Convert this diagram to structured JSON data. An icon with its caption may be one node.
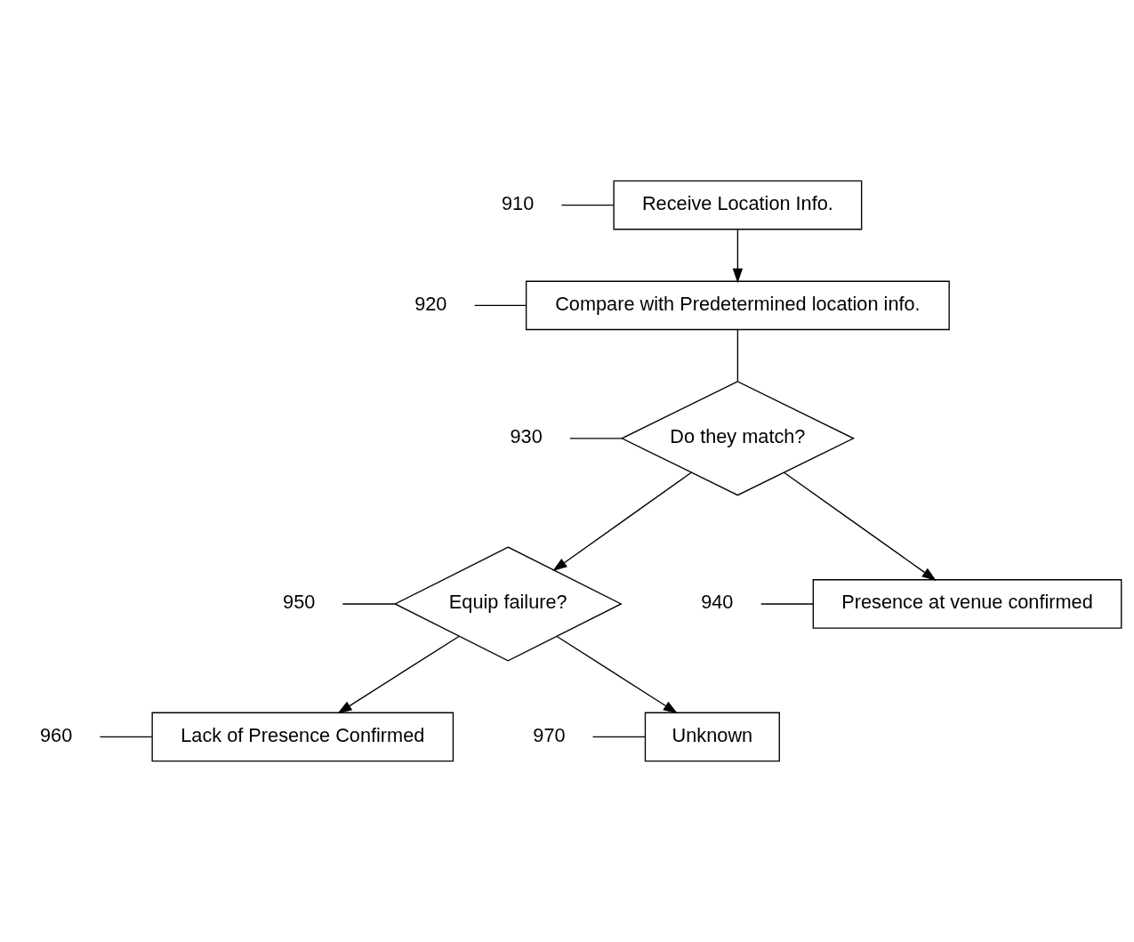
{
  "diagram": {
    "nodes": [
      {
        "text": [
          "Receive Location Info."
        ]
      },
      {
        "text": [
          "Compare with Predetermined location info."
        ]
      },
      {
        "text": [
          "Do they match?"
        ]
      },
      {
        "text": [
          "Equip failure?"
        ]
      },
      {
        "text": [
          "Presence at venue confirmed"
        ]
      },
      {
        "text": [
          "Lack of Presence Confirmed"
        ]
      },
      {
        "text": [
          "Unknown"
        ]
      },
      {
        "text": [
          "910"
        ]
      },
      {
        "text": [
          "920"
        ]
      },
      {
        "text": [
          "930"
        ]
      },
      {
        "text": [
          "950"
        ]
      },
      {
        "text": [
          "940"
        ]
      },
      {
        "text": [
          "960"
        ]
      },
      {
        "text": [
          "970"
        ]
      }
    ],
    "edges": [
      {
        "from": 0,
        "to": 1,
        "arrow": "to"
      },
      {
        "from": 1,
        "to": 2,
        "arrow": "none"
      },
      {
        "from": 2,
        "to": 3,
        "arrow": "to"
      },
      {
        "from": 2,
        "to": 4,
        "arrow": "to"
      },
      {
        "from": 3,
        "to": 5,
        "arrow": "to"
      },
      {
        "from": 3,
        "to": 6,
        "arrow": "to"
      },
      {
        "from": 7,
        "to": 0,
        "arrow": "none"
      },
      {
        "from": 8,
        "to": 1,
        "arrow": "none"
      },
      {
        "from": 9,
        "to": 2,
        "arrow": "none"
      },
      {
        "from": 10,
        "to": 3,
        "arrow": "none"
      },
      {
        "from": 11,
        "to": 4,
        "arrow": "none"
      },
      {
        "from": 12,
        "to": 5,
        "arrow": "none"
      },
      {
        "from": 13,
        "to": 6,
        "arrow": "none"
      }
    ]
  }
}
